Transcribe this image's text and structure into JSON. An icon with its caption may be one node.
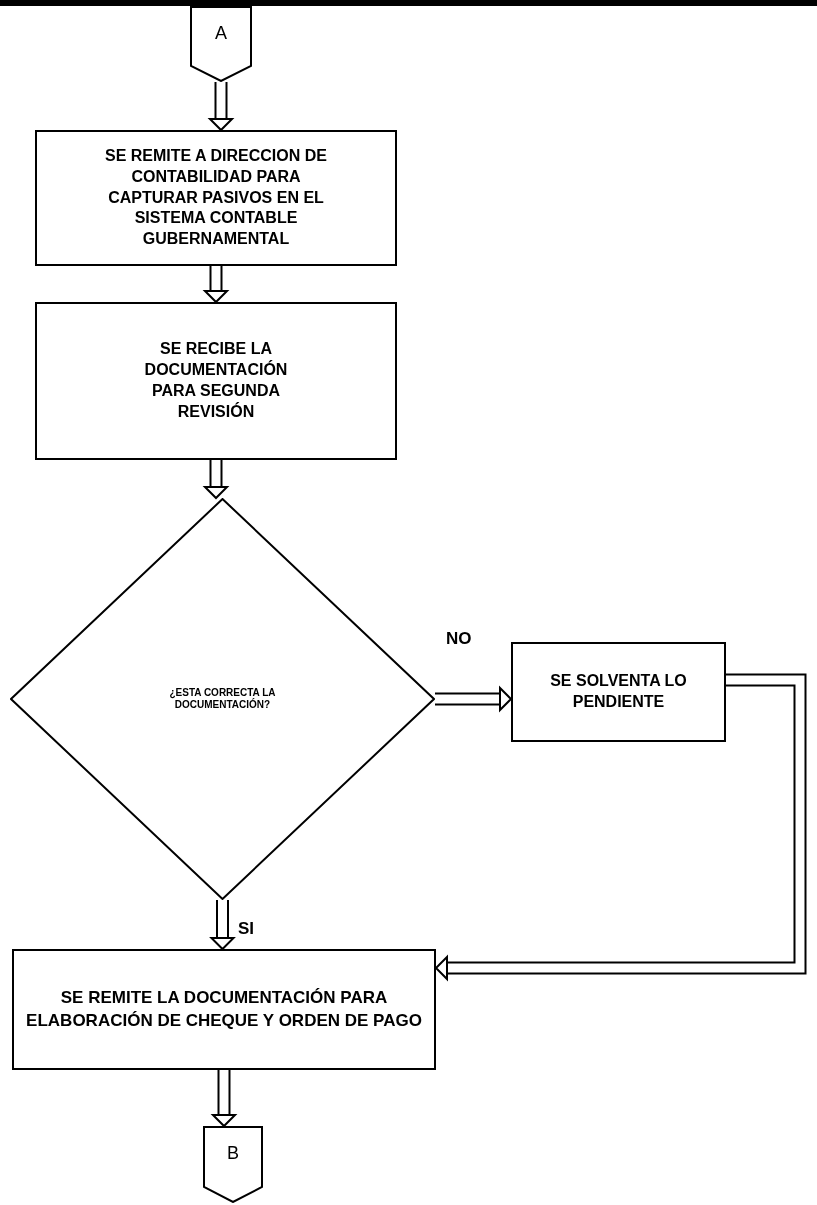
{
  "diagram": {
    "nodes": [
      {
        "text": [
          "A"
        ]
      },
      {
        "text": [
          "SE REMITE A DIRECCION DE CONTABILIDAD PARA CAPTURAR PASIVOS EN EL SISTEMA CONTABLE GUBERNAMENTAL"
        ]
      },
      {
        "text": [
          "SE RECIBE LA DOCUMENTACIÓN PARA SEGUNDA REVISIÓN"
        ]
      },
      {
        "text": [
          "¿ESTA CORRECTA LA DOCUMENTACIÓN?"
        ]
      },
      {
        "text": [
          "SE SOLVENTA LO PENDIENTE"
        ]
      },
      {
        "text": [
          "SE REMITE LA DOCUMENTACIÓN PARA ELABORACIÓN DE CHEQUE Y ORDEN DE PAGO"
        ]
      },
      {
        "text": [
          "B"
        ]
      }
    ],
    "edges": [
      {
        "from": 0,
        "to": 1,
        "arrow": "to"
      },
      {
        "from": 1,
        "to": 2,
        "arrow": "to"
      },
      {
        "from": 2,
        "to": 3,
        "arrow": "to"
      },
      {
        "from": 3,
        "to": 4,
        "arrow": "to",
        "label": "NO"
      },
      {
        "from": 4,
        "to": 5,
        "arrow": "to"
      },
      {
        "from": 3,
        "to": 5,
        "arrow": "to",
        "label": "SI"
      },
      {
        "from": 5,
        "to": 6,
        "arrow": "to"
      }
    ]
  }
}
